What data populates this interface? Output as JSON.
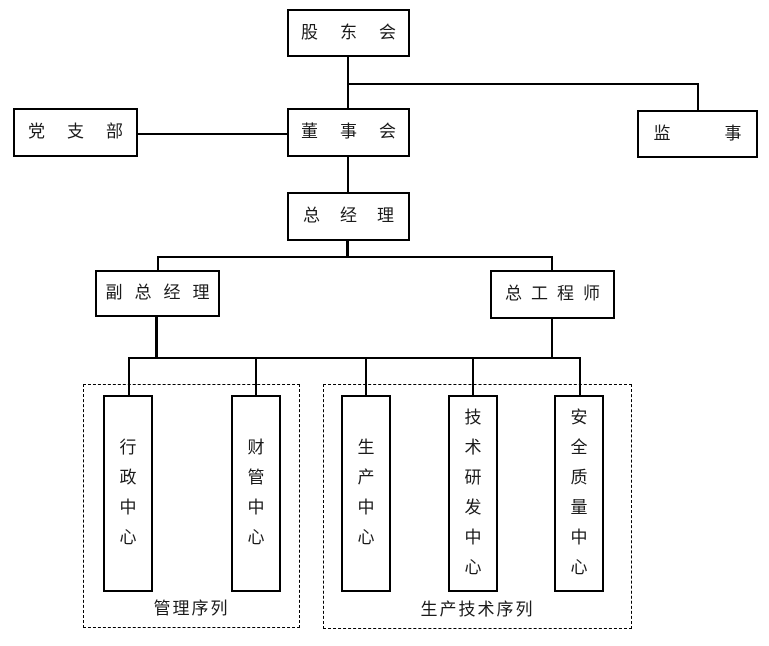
{
  "chart": {
    "type": "org-chart",
    "colors": {
      "line": "#000000",
      "background": "#ffffff",
      "text": "#1a1a1a"
    },
    "nodes": {
      "shareholders": {
        "label": "股东会"
      },
      "party_branch": {
        "label": "党支部"
      },
      "board_of_directors": {
        "label": "董事会"
      },
      "supervisor": {
        "label": "监事"
      },
      "general_manager": {
        "label": "总经理"
      },
      "deputy_general_manager": {
        "label": "副总经理"
      },
      "chief_engineer": {
        "label": "总工程师"
      },
      "admin_center": {
        "label": "行政中心"
      },
      "finance_center": {
        "label": "财管中心"
      },
      "production_center": {
        "label": "生产中心"
      },
      "tech_rd_center": {
        "label": "技术研发中心"
      },
      "safety_quality_center": {
        "label": "安全质量中心"
      }
    },
    "groups": {
      "management": {
        "label": "管理序列"
      },
      "production_tech": {
        "label": "生产技术序列"
      }
    }
  }
}
